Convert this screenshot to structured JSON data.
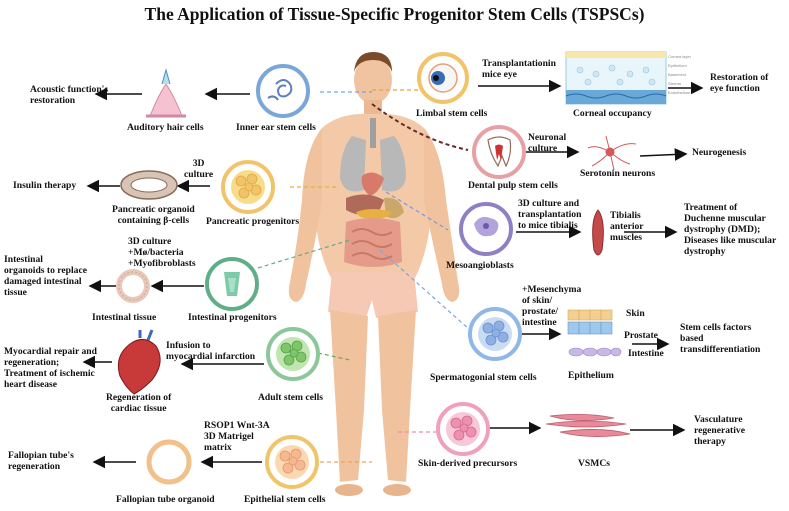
{
  "title": "The Application of Tissue-Specific Progenitor Stem Cells (TSPSCs)",
  "labels": {
    "limbal": "Limbal stem cells",
    "transplant_eye": "Transplantationin\nmice eye",
    "corneal": "Corneal occupancy",
    "restoration_eye": "Restoration of\neye function",
    "inner_ear": "Inner ear stem cells",
    "auditory": "Auditory hair cells",
    "acoustic": "Acoustic function's\nrestoration",
    "dental": "Dental pulp stem cells",
    "neuronal_culture": "Neuronal\nculture",
    "serotonin": "Serotonin neurons",
    "neurogenesis": "Neurogenesis",
    "pancreatic_prog": "Pancreatic progenitors",
    "culture_3d": "3D\nculture",
    "pancreatic_organoid": "Pancreatic organoid\ncontaining β-cells",
    "insulin": "Insulin therapy",
    "mesoangioblasts": "Mesoangioblasts",
    "culture_tibialis": "3D culture and\ntransplantation\nto mice tibialis",
    "tibialis": "Tibialis\nanterior\nmuscles",
    "dmd": "Treatment of\nDuchenne muscular\ndystrophy (DMD);\nDiseases like muscular\ndystrophy",
    "intestinal_prog": "Intestinal progenitors",
    "culture_mo": "3D culture\n+Mø/bacteria\n+Myofibroblasts",
    "intestinal_tissue": "Intestinal tissue",
    "intestinal_organoids": "Intestinal\norganoids to replace\ndamaged intestinal\ntissue",
    "spermatogonial": "Spermatogonial stem cells",
    "mesenchyma": "+Mesenchyma\nof skin/\nprostate/\nintestine",
    "skin": "Skin",
    "prostate": "Prostate",
    "intestine": "Intestine",
    "epithelium": "Epithelium",
    "stem_factors": "Stem cells factors\nbased\ntransdifferentiation",
    "adult": "Adult stem cells",
    "infusion": "Infusion to\nmyocardial infarction",
    "regeneration_cardiac": "Regeneration of\ncardiac tissue",
    "myocardial": "Myocardial repair and\nregeneration;\nTreatment of ischemic\nheart disease",
    "skin_derived": "Skin-derived precursors",
    "vsmcs": "VSMCs",
    "vasculature": "Vasculature\nregenerative\ntherapy",
    "epithelial": "Epithelial stem cells",
    "rsop": "RSOP1 Wnt-3A\n3D Matrigel\nmatrix",
    "fallopian_organoid": "Fallopian tube organoid",
    "fallopian_regen": "Fallopian tube's\nregeneration",
    "cornea_tiny": [
      "Cornea layer",
      "Epithelium",
      "Basement",
      "Stroma",
      "Endothelium"
    ]
  },
  "colors": {
    "skin": "#f3c9a8",
    "ring_blue": "#7aa7d9",
    "ring_yellow": "#f2c46a",
    "ring_green": "#8cc79a",
    "ring_purple": "#8f7fc4",
    "ring_pink": "#e68fb0",
    "ring_orange": "#f0a35a"
  }
}
